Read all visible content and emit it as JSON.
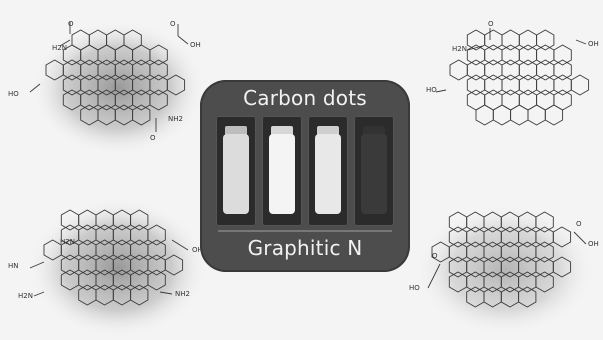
{
  "panel": {
    "title": "Carbon dots",
    "caption": "Graphitic N"
  },
  "vials": [
    {
      "glass": "#dcdcdc",
      "cap": "#bdbdbd"
    },
    {
      "glass": "#f4f4f4",
      "cap": "#d6d6d6"
    },
    {
      "glass": "#e8e8e8",
      "cap": "#cfcfcf"
    },
    {
      "glass": "#3a3a3a",
      "cap": "#333333"
    }
  ],
  "molecules": {
    "top_left": {
      "labels": [
        "OH",
        "HO",
        "NH2",
        "O",
        "H2N",
        "O",
        "O"
      ]
    },
    "top_right": {
      "labels": [
        "H2N",
        "OH",
        "HO",
        "O"
      ]
    },
    "bottom_left": {
      "labels": [
        "H2N",
        "OH",
        "HN",
        "H2N",
        "NH2"
      ]
    },
    "bottom_right": {
      "labels": [
        "HO",
        "OH",
        "O",
        "O"
      ]
    }
  },
  "colors": {
    "halo": "#8a8a8a",
    "bond": "#3a3a3a",
    "panel": "#4d4d4d"
  }
}
